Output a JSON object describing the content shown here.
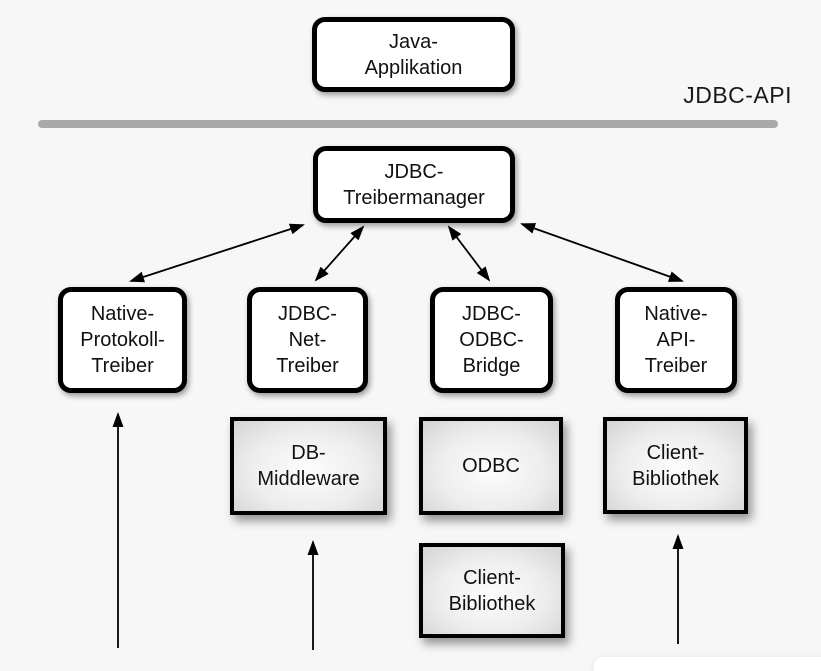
{
  "diagram": {
    "title_hint": "JDBC architecture diagram",
    "api_label": "JDBC-API",
    "nodes": {
      "java_app": "Java-\nApplikation",
      "treibermanager": "JDBC-\nTreibermanager",
      "native_protokoll": "Native-\nProtokoll-\nTreiber",
      "jdbc_net": "JDBC-\nNet-\nTreiber",
      "jdbc_odbc": "JDBC-\nODBC-\nBridge",
      "native_api": "Native-\nAPI-\nTreiber",
      "db_middleware": "DB-\nMiddleware",
      "odbc": "ODBC",
      "client_bibliothek_center": "Client-\nBibliothek",
      "client_bibliothek_right": "Client-\nBibliothek"
    },
    "colors": {
      "background": "#f7f7f7",
      "box_border": "#000000",
      "white_box_fill": "#ffffff",
      "gray_box_fill": "#e5e5e5",
      "separator": "#a9a9a9",
      "arrow": "#000000"
    }
  }
}
